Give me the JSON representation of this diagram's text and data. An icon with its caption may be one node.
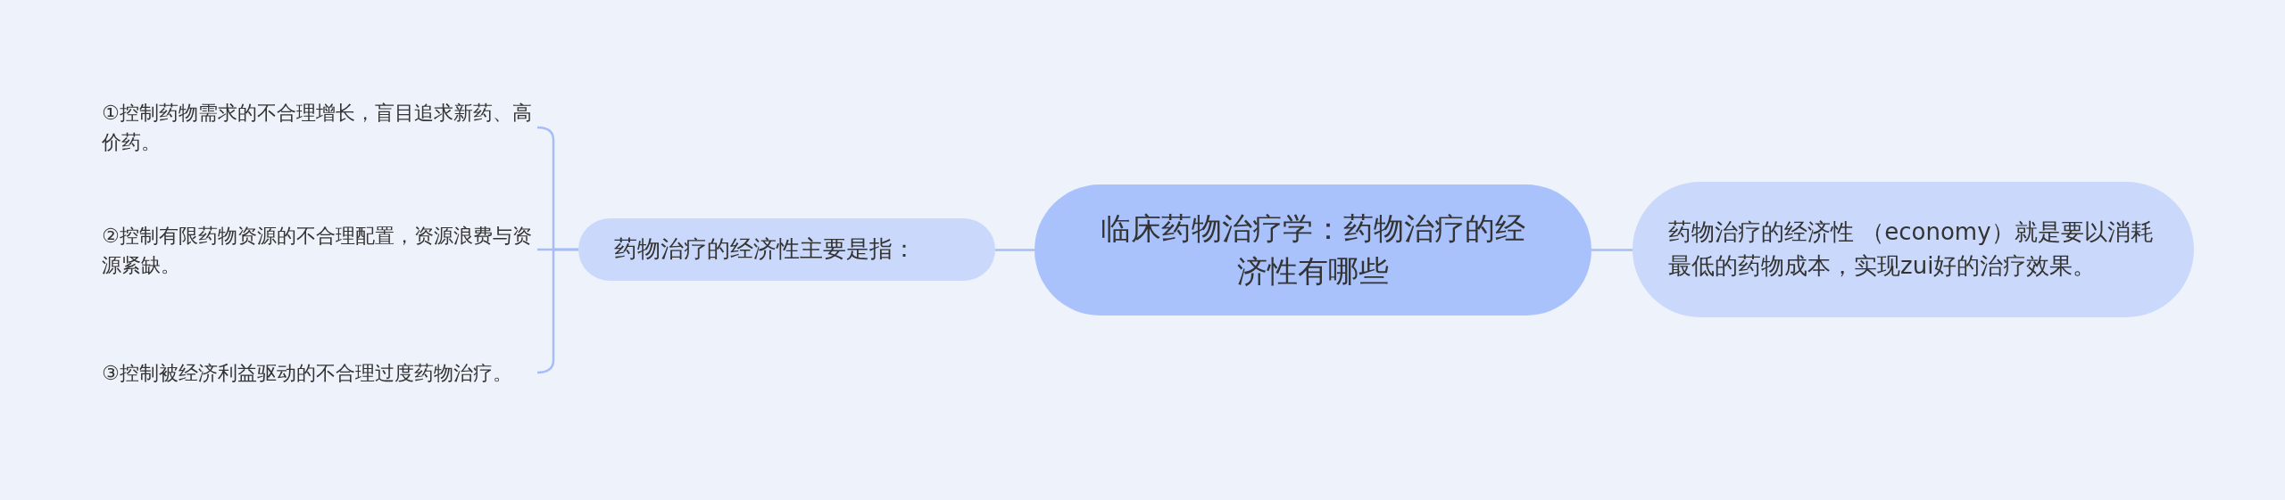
{
  "diagram": {
    "nodes": [
      {
        "text": [
          "临床药物治疗学：药物治疗的经济性有哪些"
        ]
      },
      {
        "text": [
          "药物治疗的经济性 （economy）就是要以消耗最低的药物成本，实现zui好的治疗效果。"
        ]
      },
      {
        "text": [
          "药物治疗的经济性主要是指："
        ]
      },
      {
        "text": [
          "①控制药物需求的不合理增长，盲目追求新药、高价药。"
        ]
      },
      {
        "text": [
          "②控制有限药物资源的不合理配置，资源浪费与资源紧缺。"
        ]
      },
      {
        "text": [
          "③控制被经济利益驱动的不合理过度药物治疗。"
        ]
      }
    ],
    "edges": [
      {
        "from": 0,
        "to": 1,
        "arrow": "none"
      },
      {
        "from": 0,
        "to": 2,
        "arrow": "none"
      },
      {
        "from": 2,
        "to": 3,
        "arrow": "none"
      },
      {
        "from": 2,
        "to": 4,
        "arrow": "none"
      },
      {
        "from": 2,
        "to": 5,
        "arrow": "none"
      }
    ]
  }
}
